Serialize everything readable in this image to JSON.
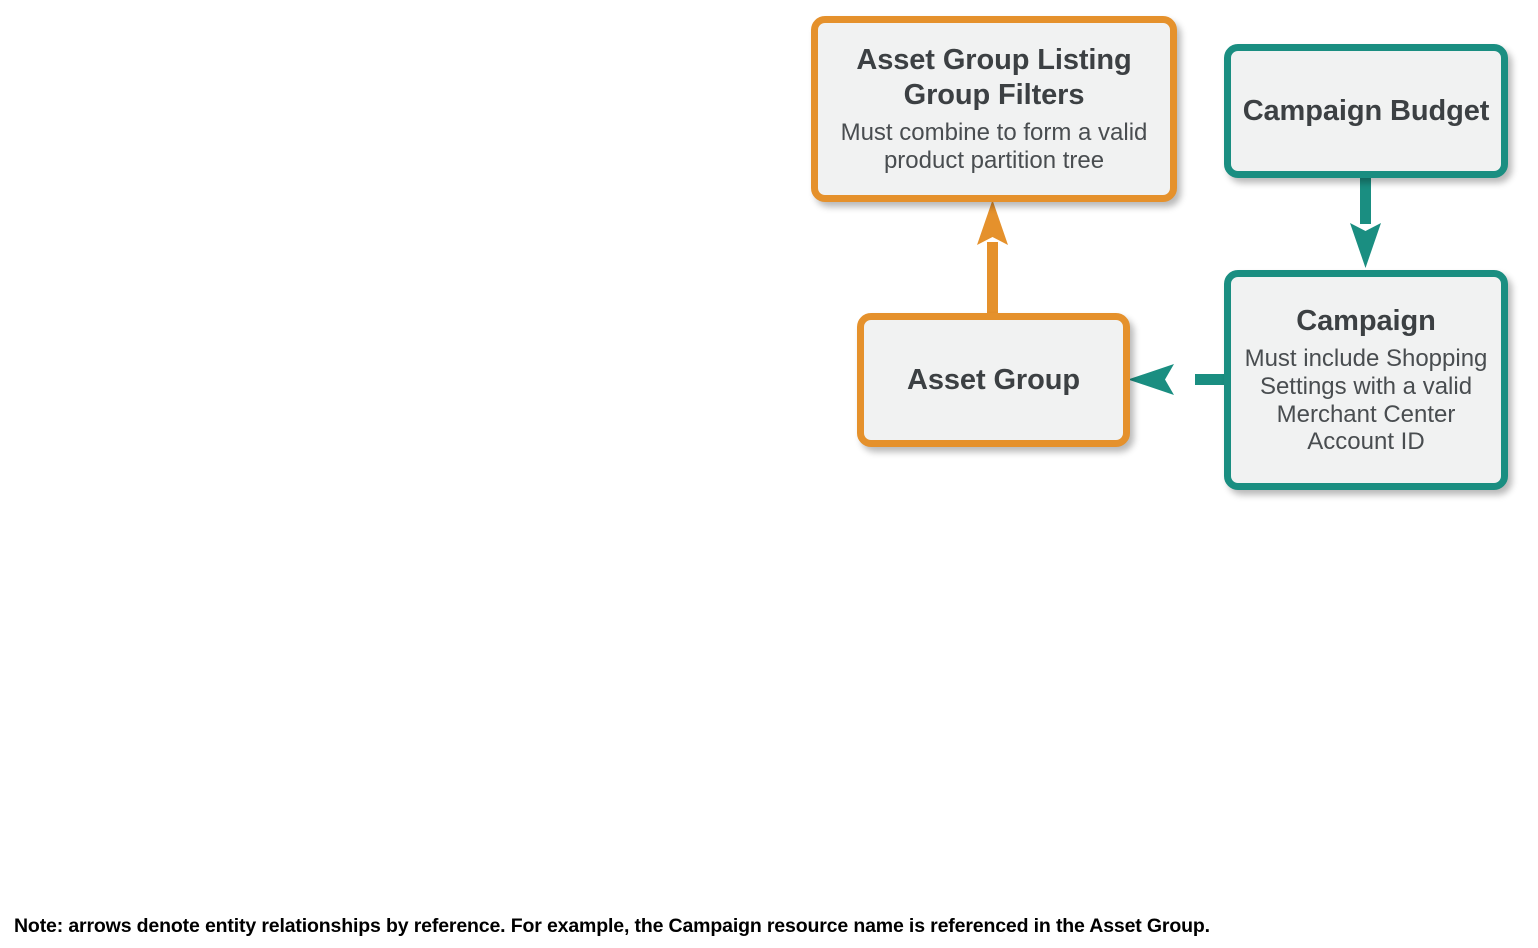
{
  "diagram": {
    "type": "entity-relationship",
    "colors": {
      "orange": "#e5912c",
      "teal": "#1a8e81",
      "node_fill": "#f1f2f2",
      "title_text": "#3c4043",
      "subtitle_text": "#494d50",
      "background": "#ffffff"
    },
    "nodes": [
      {
        "id": "asset-group-listing-group-filters",
        "title": "Asset Group Listing Group Filters",
        "subtitle": "Must combine to form a valid product partition tree",
        "accent": "orange"
      },
      {
        "id": "campaign-budget",
        "title": "Campaign Budget",
        "subtitle": "",
        "accent": "teal"
      },
      {
        "id": "asset-group",
        "title": "Asset Group",
        "subtitle": "",
        "accent": "orange"
      },
      {
        "id": "campaign",
        "title": "Campaign",
        "subtitle": "Must include Shopping Settings with a valid Merchant Center Account ID",
        "accent": "teal"
      }
    ],
    "edges": [
      {
        "id": "asset-group-to-listing-group-filters",
        "from": "asset-group",
        "to": "asset-group-listing-group-filters",
        "direction": "up",
        "color": "orange"
      },
      {
        "id": "campaign-budget-to-campaign",
        "from": "campaign-budget",
        "to": "campaign",
        "direction": "down",
        "color": "teal"
      },
      {
        "id": "campaign-to-asset-group",
        "from": "campaign",
        "to": "asset-group",
        "direction": "left",
        "color": "teal"
      }
    ]
  },
  "footer": {
    "note": "Note: arrows denote entity relationships by reference. For example, the Campaign resource name is referenced in the Asset Group."
  }
}
